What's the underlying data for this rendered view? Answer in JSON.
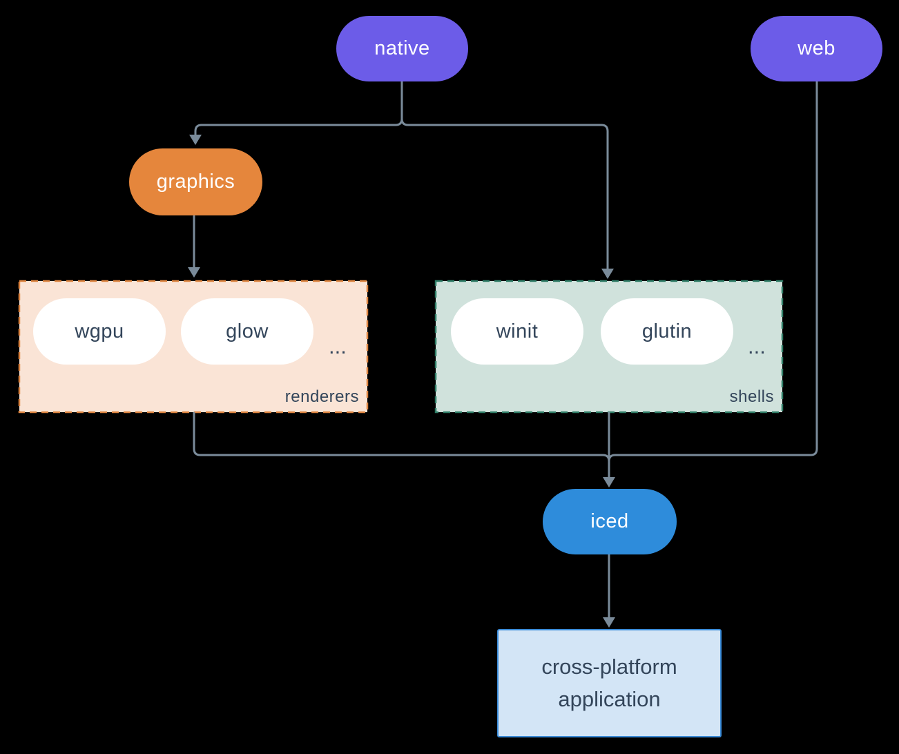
{
  "colors": {
    "bg": "#000000",
    "edge": "#7a8b9a",
    "node-purple": "#6c5ce8",
    "node-orange": "#e5863c",
    "node-blue": "#2e8cdb",
    "pill-text": "#ffffff",
    "dark-text": "#33455a",
    "renderers-bg": "#fae4d6",
    "renderers-border": "#dd8440",
    "shells-bg": "#d0e2dc",
    "shells-border": "#2e7d66",
    "app-bg": "#d3e5f6",
    "app-border": "#3a8bd8"
  },
  "nodes": {
    "native": "native",
    "web": "web",
    "graphics": "graphics",
    "iced": "iced",
    "app": "cross-platform application"
  },
  "groups": {
    "renderers": {
      "label": "renderers",
      "items": [
        "wgpu",
        "glow"
      ],
      "more": "..."
    },
    "shells": {
      "label": "shells",
      "items": [
        "winit",
        "glutin"
      ],
      "more": "..."
    }
  }
}
